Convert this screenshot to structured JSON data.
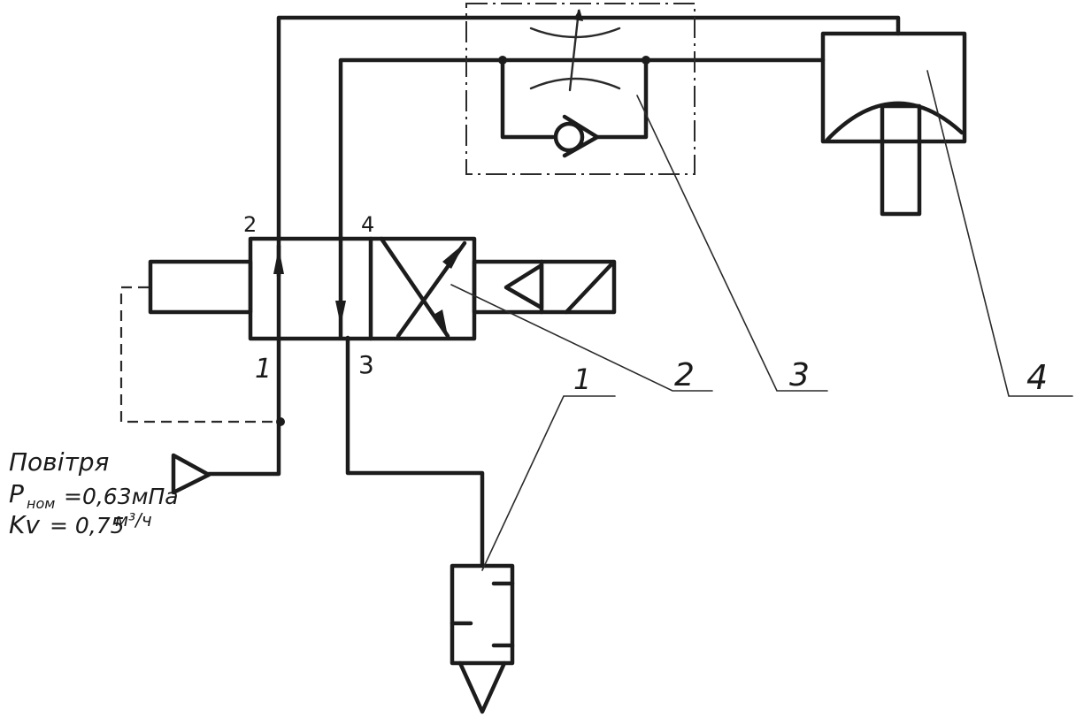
{
  "ports": {
    "p2": "2",
    "p4": "4",
    "p1": "1",
    "p3": "3"
  },
  "callouts": {
    "c1": "1",
    "c2": "2",
    "c3": "3",
    "c4": "4"
  },
  "air_note": {
    "line1": "Повітря",
    "p_symbol": "P",
    "p_sub": "ном",
    "p_value": "=0,63мПа",
    "kv_symbol": "Kv",
    "kv_value": "= 0,75",
    "kv_unit": "м³/ч"
  }
}
